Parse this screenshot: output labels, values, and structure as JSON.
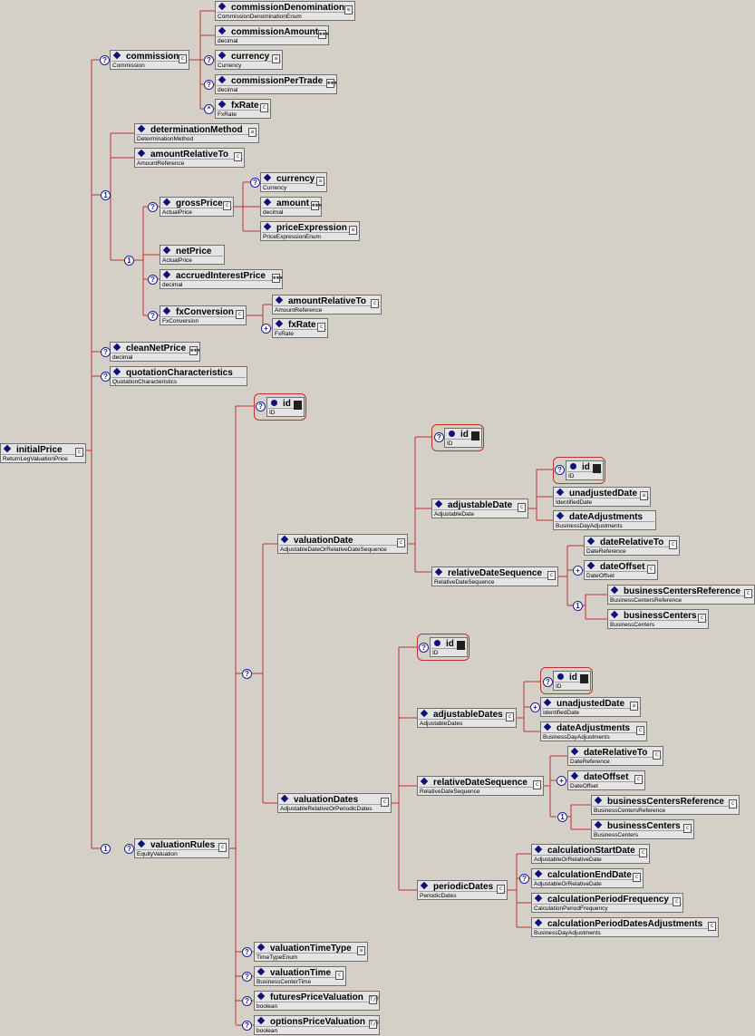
{
  "colors": {
    "background": "#d4d0c8",
    "connector": "#c03030",
    "node_fill": "#e4e4e4",
    "marker": "#10107a"
  },
  "badge_symbols": {
    "optional": "?",
    "choice": "1",
    "sequence": "+",
    "repeat": "*"
  },
  "end_icons": {
    "list": "≡",
    "value": "✱✱✱",
    "complex": "c",
    "bool": "T/F"
  },
  "root": {
    "name": "initialPrice",
    "type": "ReturnLegValuationPrice"
  },
  "commission": {
    "name": "commission",
    "type": "Commission",
    "children": [
      {
        "name": "commissionDenomination",
        "type": "CommissionDenominationEnum"
      },
      {
        "name": "commissionAmount",
        "type": "decimal"
      },
      {
        "name": "currency",
        "type": "Currency"
      },
      {
        "name": "commissionPerTrade",
        "type": "decimal"
      },
      {
        "name": "fxRate",
        "type": "FxRate"
      }
    ]
  },
  "determinationMethod": {
    "name": "determinationMethod",
    "type": "DeterminationMethod"
  },
  "amountRelativeTo": {
    "name": "amountRelativeTo",
    "type": "AmountReference"
  },
  "grossPrice": {
    "name": "grossPrice",
    "type": "ActualPrice",
    "children": [
      {
        "name": "currency",
        "type": "Currency"
      },
      {
        "name": "amount",
        "type": "decimal"
      },
      {
        "name": "priceExpression",
        "type": "PriceExpressionEnum"
      }
    ]
  },
  "netPrice": {
    "name": "netPrice",
    "type": "ActualPrice"
  },
  "accruedInterestPrice": {
    "name": "accruedInterestPrice",
    "type": "decimal"
  },
  "fxConversion": {
    "name": "fxConversion",
    "type": "FxConversion",
    "children": [
      {
        "name": "amountRelativeTo",
        "type": "AmountReference"
      },
      {
        "name": "fxRate",
        "type": "FxRate"
      }
    ]
  },
  "cleanNetPrice": {
    "name": "cleanNetPrice",
    "type": "decimal"
  },
  "quotationCharacteristics": {
    "name": "quotationCharacteristics",
    "type": "QuotationCharacteristics"
  },
  "valuationRules": {
    "name": "valuationRules",
    "type": "EquityValuation"
  },
  "id_attr": {
    "name": "id",
    "type": "ID"
  },
  "valuationDate": {
    "name": "valuationDate",
    "type": "AdjustableDateOrRelativeDateSequence"
  },
  "adjustableDate": {
    "name": "adjustableDate",
    "type": "AdjustableDate",
    "children": [
      {
        "name": "unadjustedDate",
        "type": "IdentifiedDate"
      },
      {
        "name": "dateAdjustments",
        "type": "BusinessDayAdjustments"
      }
    ]
  },
  "relativeDateSequence": {
    "name": "relativeDateSequence",
    "type": "RelativeDateSequence",
    "children": [
      {
        "name": "dateRelativeTo",
        "type": "DateReference"
      },
      {
        "name": "dateOffset",
        "type": "DateOffset"
      },
      {
        "name": "businessCentersReference",
        "type": "BusinessCentersReference"
      },
      {
        "name": "businessCenters",
        "type": "BusinessCenters"
      }
    ]
  },
  "valuationDates": {
    "name": "valuationDates",
    "type": "AdjustableRelativeOrPeriodicDates"
  },
  "adjustableDates": {
    "name": "adjustableDates",
    "type": "AdjustableDates",
    "children": [
      {
        "name": "unadjustedDate",
        "type": "IdentifiedDate"
      },
      {
        "name": "dateAdjustments",
        "type": "BusinessDayAdjustments"
      }
    ]
  },
  "relativeDateSequence2": {
    "name": "relativeDateSequence",
    "type": "RelativeDateSequence",
    "children": [
      {
        "name": "dateRelativeTo",
        "type": "DateReference"
      },
      {
        "name": "dateOffset",
        "type": "DateOffset"
      },
      {
        "name": "businessCentersReference",
        "type": "BusinessCentersReference"
      },
      {
        "name": "businessCenters",
        "type": "BusinessCenters"
      }
    ]
  },
  "periodicDates": {
    "name": "periodicDates",
    "type": "PeriodicDates",
    "children": [
      {
        "name": "calculationStartDate",
        "type": "AdjustableOrRelativeDate"
      },
      {
        "name": "calculationEndDate",
        "type": "AdjustableOrRelativeDate"
      },
      {
        "name": "calculationPeriodFrequency",
        "type": "CalculationPeriodFrequency"
      },
      {
        "name": "calculationPeriodDatesAdjustments",
        "type": "BusinessDayAdjustments"
      }
    ]
  },
  "valuationTimeType": {
    "name": "valuationTimeType",
    "type": "TimeTypeEnum"
  },
  "valuationTime": {
    "name": "valuationTime",
    "type": "BusinessCenterTime"
  },
  "futuresPriceValuation": {
    "name": "futuresPriceValuation",
    "type": "boolean"
  },
  "optionsPriceValuation": {
    "name": "optionsPriceValuation",
    "type": "boolean"
  }
}
